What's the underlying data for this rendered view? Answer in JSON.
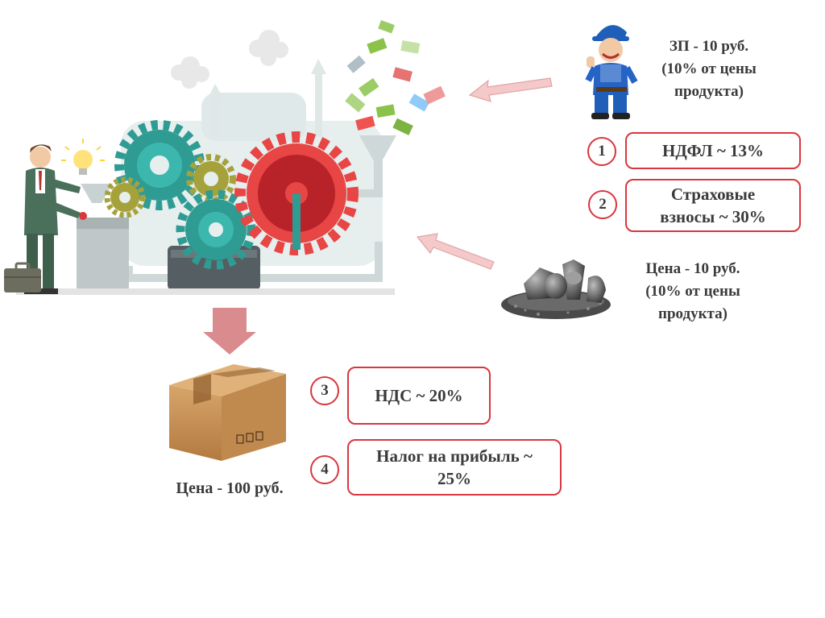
{
  "worker": {
    "lines": [
      "ЗП - 10 руб.",
      "(10% от цены",
      "продукта)"
    ]
  },
  "materials": {
    "lines": [
      "Цена - 10 руб.",
      "(10% от цены",
      "продукта)"
    ]
  },
  "product": {
    "price": "Цена - 100 руб."
  },
  "taxes": [
    {
      "num": "1",
      "lines": [
        "НДФЛ ~ 13%"
      ]
    },
    {
      "num": "2",
      "lines": [
        "Страховые",
        "взносы ~ 30%"
      ]
    },
    {
      "num": "3",
      "lines": [
        "НДС ~ 20%"
      ]
    },
    {
      "num": "4",
      "lines": [
        "Налог на прибыль ~",
        "25%"
      ]
    }
  ],
  "colors": {
    "accent_red": "#d9363e",
    "arrow_fill": "#f4c9c9",
    "down_arrow": "#d98b8e",
    "text": "#3a3a3a"
  },
  "icons": [
    "factory-machine-icon",
    "businessman-icon",
    "lightbulb-icon",
    "briefcase-icon",
    "money-bills-icon",
    "worker-mascot-icon",
    "metal-materials-icon",
    "cardboard-box-icon"
  ]
}
